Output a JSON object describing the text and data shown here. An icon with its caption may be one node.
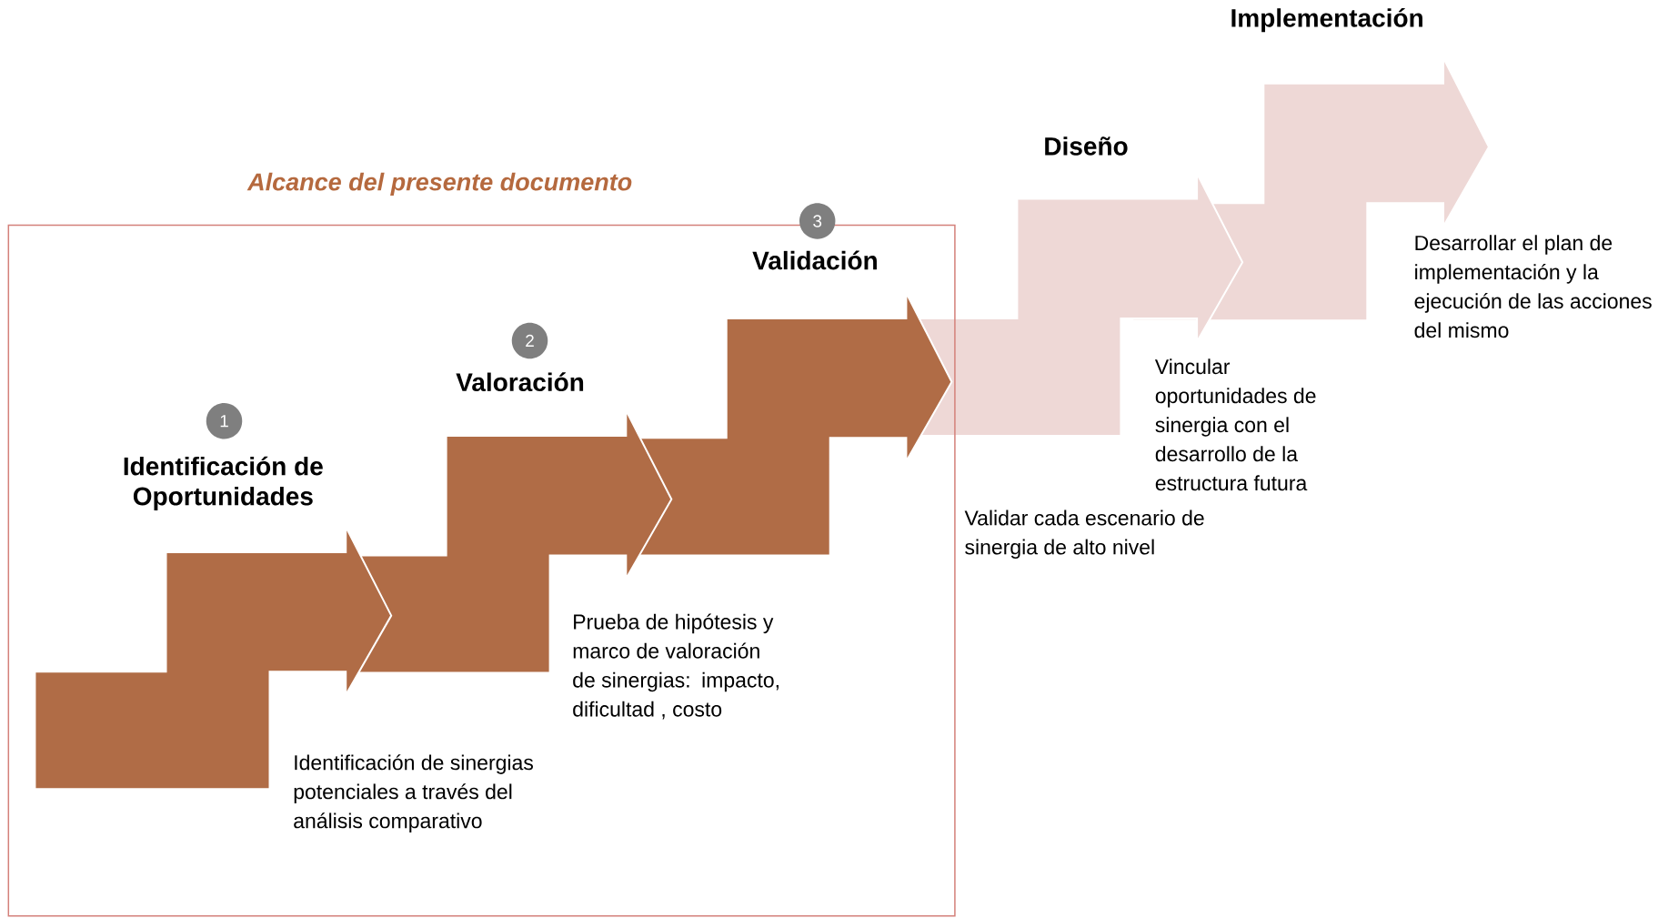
{
  "diagram": {
    "nodes": [
      {
        "text": [
          "Alcance del presente documento"
        ]
      },
      {
        "text": [
          "1"
        ],
        "in": 0
      },
      {
        "text": [
          "Identificación de Oportunidades"
        ],
        "beside": [
          "Identificación de sinergias potenciales a través del análisis comparativo"
        ],
        "in": 0
      },
      {
        "text": [
          "2"
        ],
        "in": 0
      },
      {
        "text": [
          "Valoración"
        ],
        "beside": [
          "Prueba de hipótesis y marco de valoración de sinergias: impacto, dificultad , costo"
        ],
        "in": 0
      },
      {
        "text": [
          "3"
        ]
      },
      {
        "text": [
          "Validación"
        ],
        "beside": [
          "Validar cada escenario de sinergia de alto nivel"
        ],
        "in": 0
      },
      {
        "text": [
          "Diseño"
        ],
        "beside": [
          "Vincular oportunidades de sinergia con el desarrollo de la estructura futura"
        ]
      },
      {
        "text": [
          "Implementación"
        ],
        "beside": [
          "Desarrollar el plan de implementación y la ejecución de las acciones del mismo"
        ]
      }
    ],
    "edges": []
  }
}
